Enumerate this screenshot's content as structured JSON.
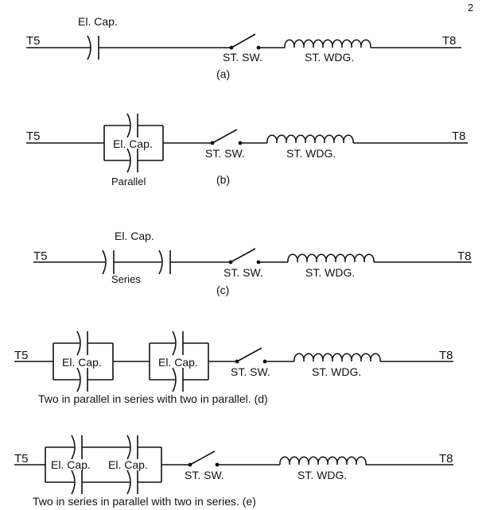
{
  "page_number": "2",
  "diagrams": [
    {
      "id": "a",
      "left_terminal": "T5",
      "right_terminal": "T8",
      "capacitor_label": "El. Cap.",
      "switch_label": "ST. SW.",
      "winding_label": "ST. WDG.",
      "caption": "(a)"
    },
    {
      "id": "b",
      "left_terminal": "T5",
      "right_terminal": "T8",
      "capacitor_label": "El. Cap.",
      "arrangement_label": "Parallel",
      "switch_label": "ST. SW.",
      "winding_label": "ST. WDG.",
      "caption": "(b)"
    },
    {
      "id": "c",
      "left_terminal": "T5",
      "right_terminal": "T8",
      "capacitor_label": "El. Cap.",
      "arrangement_label": "Series",
      "switch_label": "ST. SW.",
      "winding_label": "ST. WDG.",
      "caption": "(c)"
    },
    {
      "id": "d",
      "left_terminal": "T5",
      "right_terminal": "T8",
      "capacitor_label_1": "El. Cap.",
      "capacitor_label_2": "El. Cap.",
      "switch_label": "ST. SW.",
      "winding_label": "ST. WDG.",
      "caption": "Two in parallel in series with two in parallel. (d)"
    },
    {
      "id": "e",
      "left_terminal": "T5",
      "right_terminal": "T8",
      "capacitor_label_1": "El. Cap.",
      "capacitor_label_2": "El. Cap.",
      "switch_label": "ST. SW.",
      "winding_label": "ST. WDG.",
      "caption": "Two in series in parallel with two in series. (e)"
    }
  ]
}
